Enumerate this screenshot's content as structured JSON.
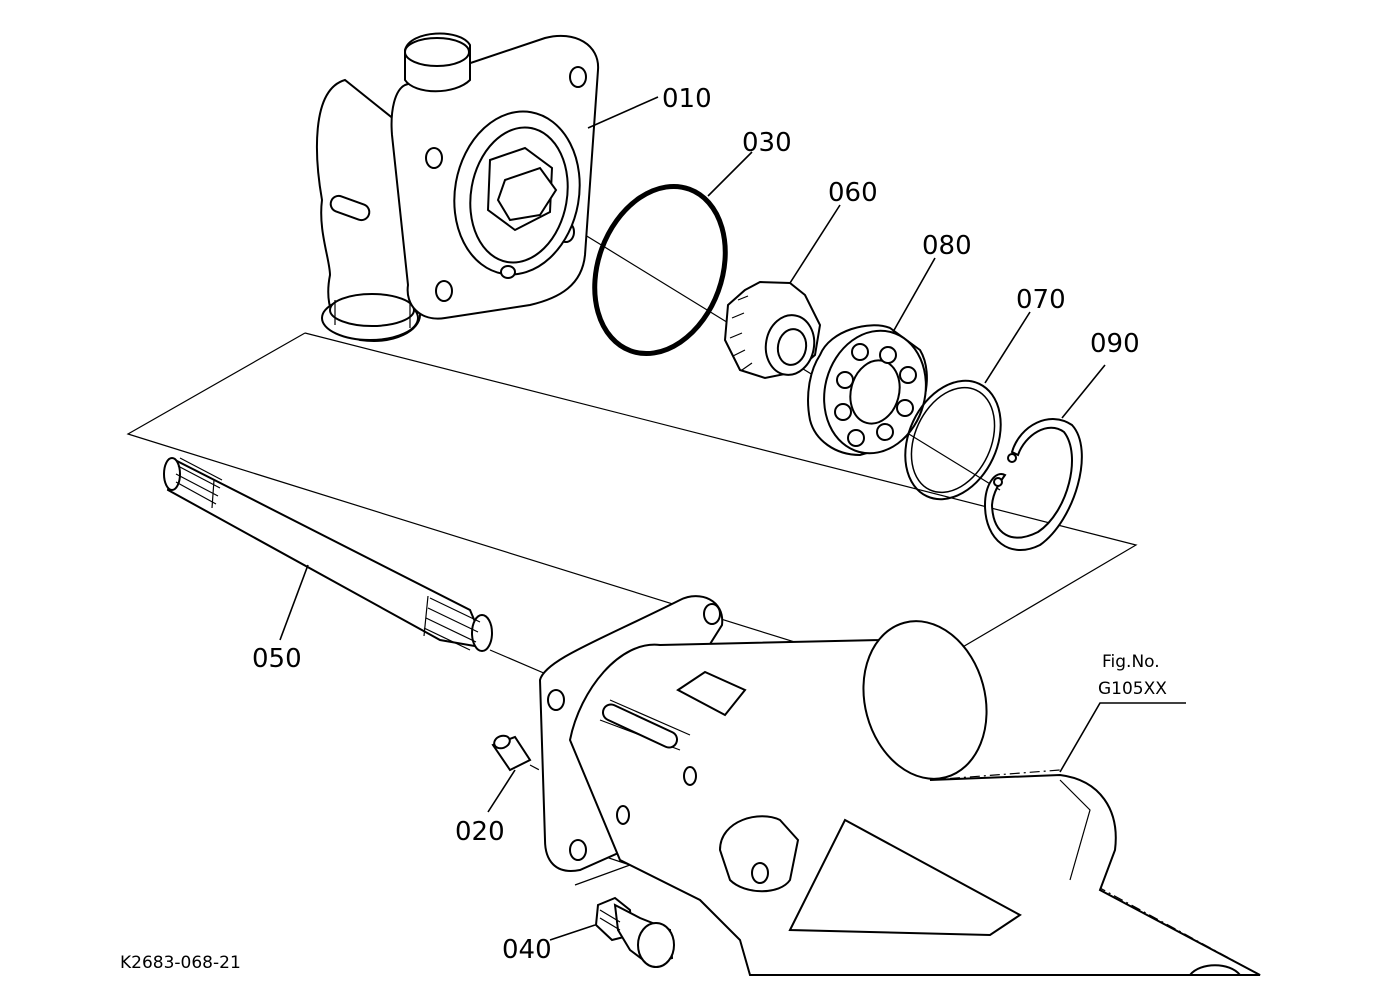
{
  "diagram": {
    "parts": [
      {
        "id": "p010",
        "label": "010"
      },
      {
        "id": "p030",
        "label": "030"
      },
      {
        "id": "p060",
        "label": "060"
      },
      {
        "id": "p080",
        "label": "080"
      },
      {
        "id": "p070",
        "label": "070"
      },
      {
        "id": "p090",
        "label": "090"
      },
      {
        "id": "p050",
        "label": "050"
      },
      {
        "id": "p020",
        "label": "020"
      },
      {
        "id": "p040",
        "label": "040"
      }
    ],
    "fig_ref": {
      "line1": "Fig.No.",
      "line2": "G105XX"
    },
    "drawing_code": "K2683-068-21"
  }
}
